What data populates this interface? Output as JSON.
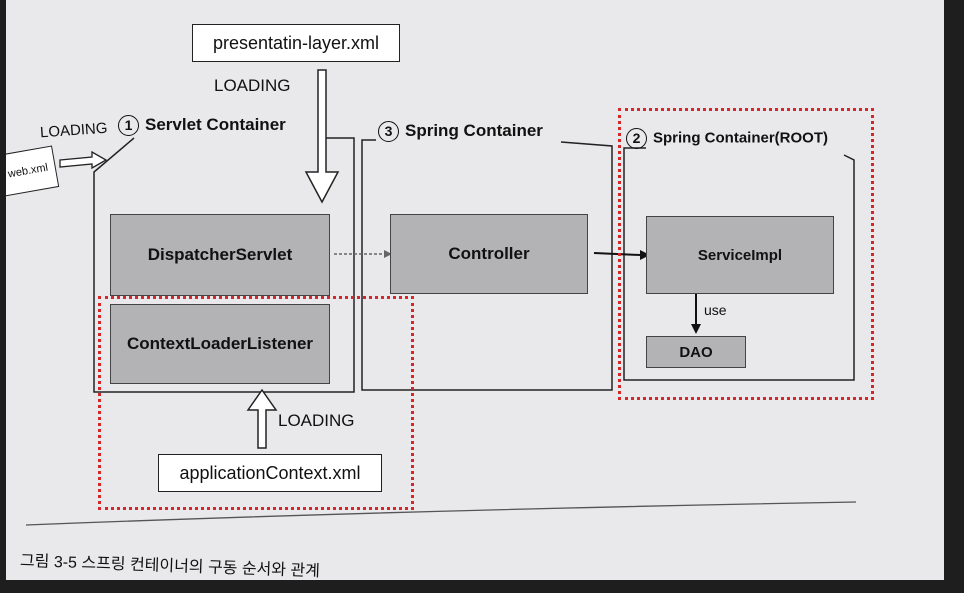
{
  "files": {
    "presentation": "presentatin-layer.xml",
    "web": "web.xml",
    "app_context": "applicationContext.xml"
  },
  "loading_labels": {
    "top": "LOADING",
    "left": "LOADING",
    "bottom": "LOADING"
  },
  "containers": {
    "servlet": {
      "num": "1",
      "title": "Servlet Container"
    },
    "spring": {
      "num": "3",
      "title": "Spring Container"
    },
    "root": {
      "num": "2",
      "title": "Spring Container(ROOT)"
    }
  },
  "components": {
    "dispatcher": "DispatcherServlet",
    "context_loader": "ContextLoaderListener",
    "controller": "Controller",
    "service": "ServiceImpl",
    "dao": "DAO"
  },
  "edge_labels": {
    "use": "use"
  },
  "caption": "그림 3-5 스프링 컨테이너의 구동 순서와 관계",
  "colors": {
    "highlight": "#d6262a",
    "component_fill": "#b3b2b5",
    "page": "#e9e8ea"
  }
}
